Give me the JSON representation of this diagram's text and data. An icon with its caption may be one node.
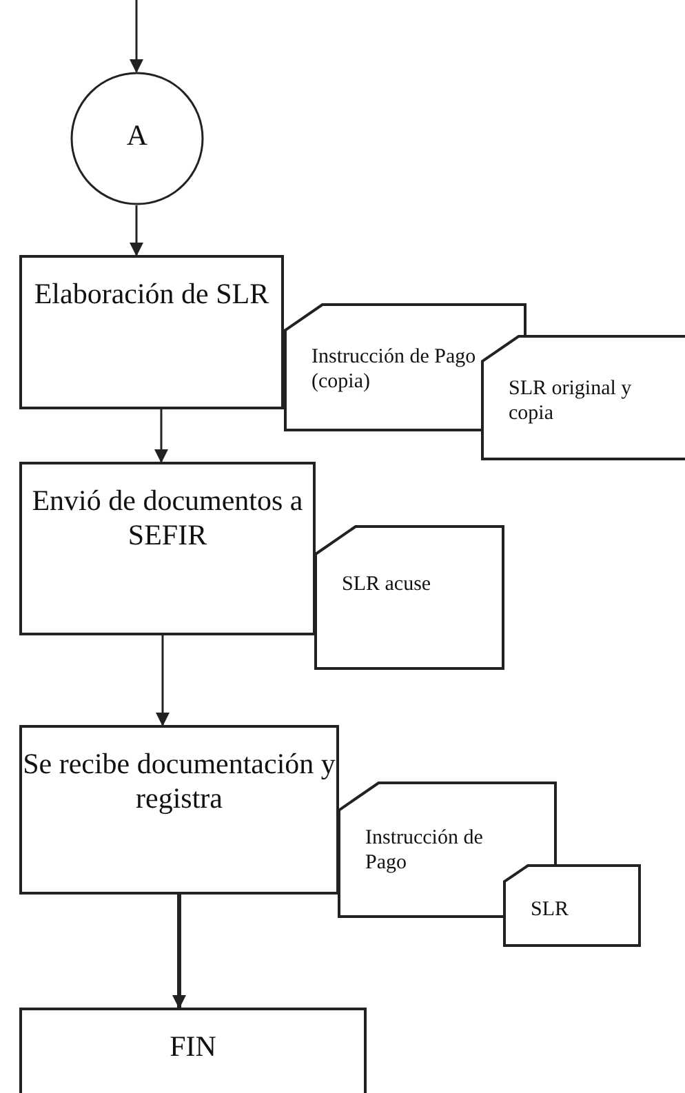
{
  "diagram": {
    "nodes": [
      {
        "text": [
          "A"
        ]
      },
      {
        "text": [
          "Elaboración de SLR"
        ]
      },
      {
        "text": [
          "Instrucción de Pago (copia)"
        ]
      },
      {
        "text": [
          "SLR original y copia"
        ]
      },
      {
        "text": [
          "Envió de documentos a SEFIR"
        ]
      },
      {
        "text": [
          "SLR acuse"
        ]
      },
      {
        "text": [
          "Se recibe documentación y registra"
        ]
      },
      {
        "text": [
          "Instrucción de Pago"
        ]
      },
      {
        "text": [
          "SLR"
        ]
      },
      {
        "text": [
          "FIN"
        ]
      }
    ],
    "edges": [
      {
        "from": null,
        "to": 0,
        "arrow": "to"
      },
      {
        "from": 0,
        "to": 1,
        "arrow": "to"
      },
      {
        "from": 1,
        "to": 4,
        "arrow": "to"
      },
      {
        "from": 4,
        "to": 6,
        "arrow": "to"
      },
      {
        "from": 6,
        "to": 9,
        "arrow": "to",
        "style": "thick"
      }
    ]
  }
}
